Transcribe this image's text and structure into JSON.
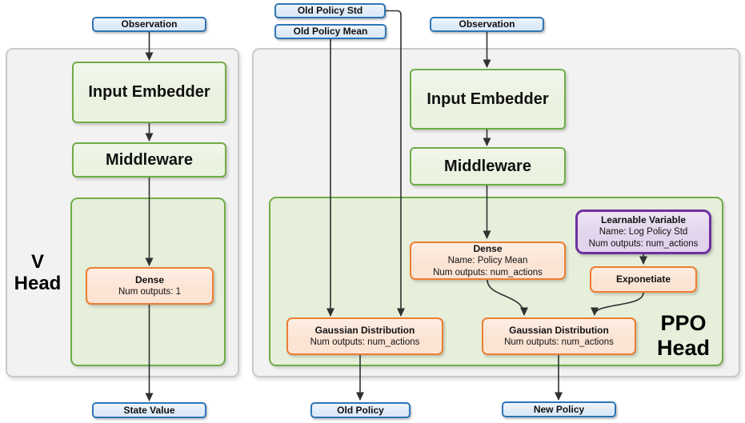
{
  "colors": {
    "blue_fill": "#DCE9F7",
    "blue_border": "#2E75B6",
    "green_fill": "#EAF2E0",
    "green_border": "#70AD47",
    "container_fill": "#E5EFDA",
    "orange_fill": "#FCE4D4",
    "orange_border": "#ED7D31",
    "purple_fill": "#E2D4EC",
    "purple_border": "#7030A0",
    "panel_fill": "#F2F2F2",
    "panel_border": "#C9C9C9",
    "arrow": "#303030"
  },
  "io": {
    "observation_left": "Observation",
    "old_policy_std": "Old Policy Std",
    "old_policy_mean": "Old Policy Mean",
    "observation_right": "Observation",
    "state_value": "State Value",
    "old_policy": "Old Policy",
    "new_policy": "New Policy"
  },
  "v_network": {
    "input_embedder": "Input Embedder",
    "middleware": "Middleware",
    "head_label": {
      "line1": "V",
      "line2": "Head"
    },
    "dense": {
      "title": "Dense",
      "outputs": "Num outputs: 1"
    }
  },
  "ppo_network": {
    "input_embedder": "Input Embedder",
    "middleware": "Middleware",
    "head_label": {
      "line1": "PPO",
      "line2": "Head"
    },
    "dense": {
      "title": "Dense",
      "name": "Name: Policy Mean",
      "outputs": "Num outputs: num_actions"
    },
    "learnable_variable": {
      "title": "Learnable Variable",
      "name": "Name: Log Policy Std",
      "outputs": "Num outputs: num_actions"
    },
    "exponetiate": "Exponetiate",
    "gaussian_old_policy": {
      "title": "Gaussian Distribution",
      "outputs": "Num outputs: num_actions"
    },
    "gaussian_new_policy": {
      "title": "Gaussian Distribution",
      "outputs": "Num outputs: num_actions"
    }
  }
}
